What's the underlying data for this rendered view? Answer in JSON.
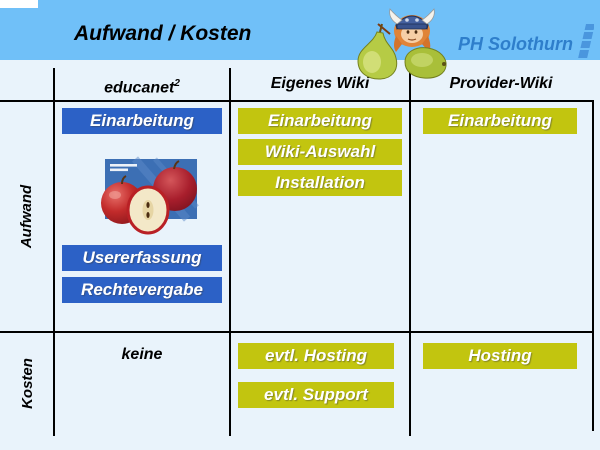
{
  "colors": {
    "band": "#70C0F8",
    "bg": "#E9F3FB",
    "blue_chip": "#2C61C6",
    "yellow_chip": "#C2C50F",
    "logo_blue": "#2E7ECB",
    "logo_mark": "#4A96DE",
    "line": "#000000",
    "chip_text": "#FFFFFF"
  },
  "header": {
    "title": "Aufwand / Kosten",
    "logo_text": "PH Solothurn"
  },
  "table": {
    "row_labels": [
      "Aufwand",
      "Kosten"
    ],
    "columns": [
      {
        "label": "educanet",
        "sup": "2"
      },
      {
        "label": "Eigenes Wiki",
        "sup": ""
      },
      {
        "label": "Provider-Wiki",
        "sup": ""
      }
    ],
    "aufwand": {
      "educanet": [
        "Einarbeitung",
        "Usererfassung",
        "Rechtevergabe"
      ],
      "eigenes_wiki": [
        "Einarbeitung",
        "Wiki-Auswahl",
        "Installation"
      ],
      "provider_wiki": [
        "Einarbeitung"
      ]
    },
    "kosten": {
      "educanet_text": "keine",
      "eigenes_wiki": [
        "evtl. Hosting",
        "evtl. Support"
      ],
      "provider_wiki": [
        "Hosting"
      ]
    }
  }
}
